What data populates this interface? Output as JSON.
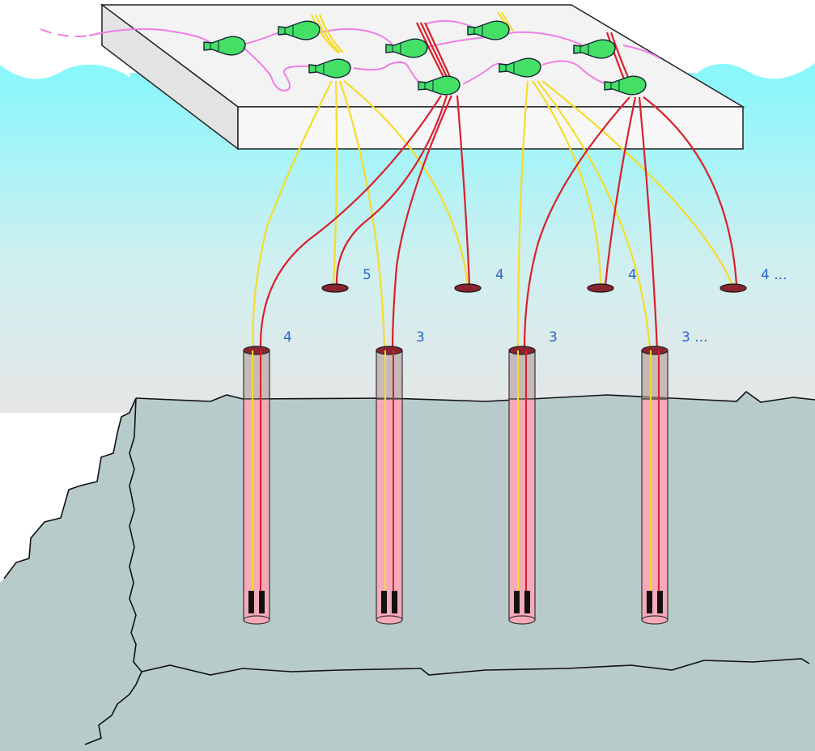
{
  "diagram": {
    "labels": {
      "seafloor_hole_1": "5",
      "seafloor_hole_2": "4",
      "seafloor_hole_3": "4",
      "seafloor_hole_4": "4 ...",
      "borehole_1": "4",
      "borehole_2": "3",
      "borehole_3": "3",
      "borehole_4": "3 ..."
    },
    "colors": {
      "water_top": "#88f7fb",
      "water_bottom": "#e6e6e6",
      "rock": "#b8cbcb",
      "platform": "#f3f3f3",
      "yellow_cable": "#f5dc2a",
      "red_cable": "#d9202b",
      "pink_cable": "#ee7ee6",
      "pump": "#44e066",
      "borehole_fill": "#f6a9b8",
      "hole": "#8a2530",
      "label": "#2a66c8"
    },
    "icons": [
      "pump-icon",
      "borehole-icon",
      "hole-icon"
    ]
  }
}
